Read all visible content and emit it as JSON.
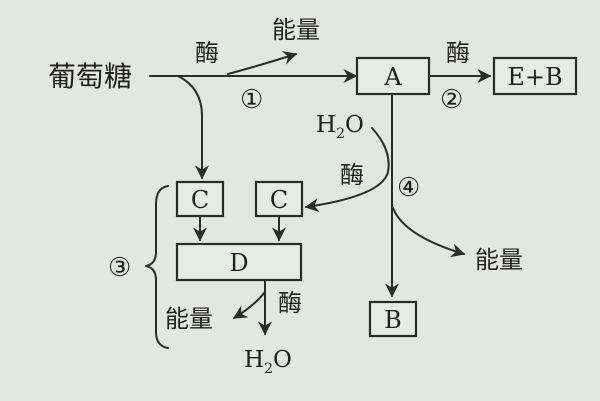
{
  "diagram": {
    "nodes": {
      "glucose": "葡萄糖",
      "a": "A",
      "eb": "E+B",
      "c_left": "C",
      "c_right": "C",
      "d": "D",
      "b": "B"
    },
    "labels": {
      "enzyme_top_left": "酶",
      "energy_top": "能量",
      "step1": "①",
      "enzyme_top_right": "酶",
      "step2": "②",
      "water_in_h": "H",
      "water_in_sub": "2",
      "water_in_o": "O",
      "enzyme_mid": "酶",
      "step4": "④",
      "energy_right": "能量",
      "step3": "③",
      "energy_bottom": "能量",
      "enzyme_bottom": "酶",
      "water_out_h": "H",
      "water_out_sub": "2",
      "water_out_o": "O"
    }
  }
}
